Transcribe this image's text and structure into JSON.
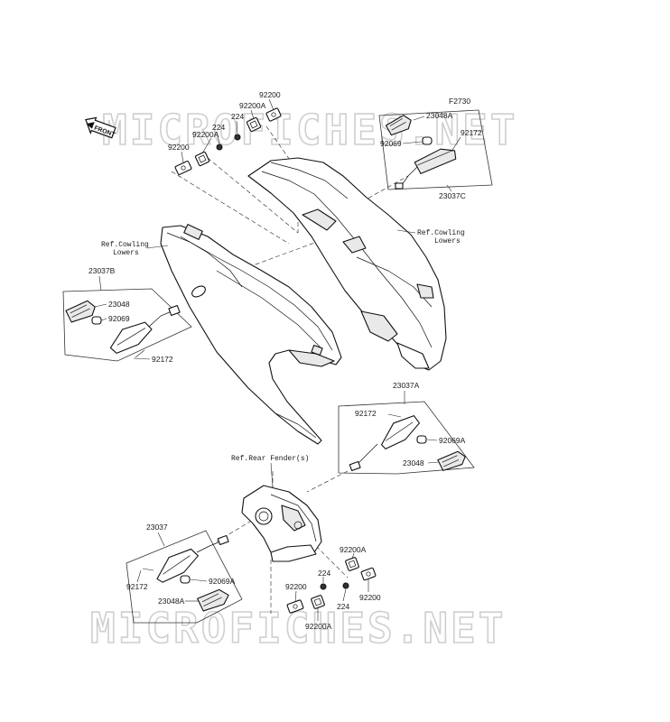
{
  "watermark": {
    "text": "MICROFICHES.NET"
  },
  "figure_code": "F2730",
  "front_badge": "FRONT",
  "labels": {
    "p92200_top": "92200",
    "p92200A_top": "92200A",
    "p224_top": "224",
    "p224_left": "224",
    "p92200A_left": "92200A",
    "p92200_left": "92200",
    "ref_cowling_left_1": "Ref.Cowling",
    "ref_cowling_left_2": "Lowers",
    "ref_cowling_right_1": "Ref.Cowling",
    "ref_cowling_right_2": "Lowers",
    "ref_rear_fender": "Ref.Rear Fender(s)",
    "p23048A_tr": "23048A",
    "p92069_tr": "92069",
    "p92172_tr": "92172",
    "p23037C": "23037C",
    "p23037B": "23037B",
    "p23048_l": "23048",
    "p92069_l": "92069",
    "p92172_l": "92172",
    "p23037A": "23037A",
    "p92172_r": "92172",
    "p92069A_r": "92069A",
    "p23048_r": "23048",
    "p23037": "23037",
    "p92172_bl": "92172",
    "p92069A_bl": "92069A",
    "p23048A_bl": "23048A",
    "p92200A_br": "92200A",
    "p224_br1": "224",
    "p224_br2": "224",
    "p92200_br1": "92200",
    "p92200_br2": "92200",
    "p92200A_bot": "92200A"
  }
}
